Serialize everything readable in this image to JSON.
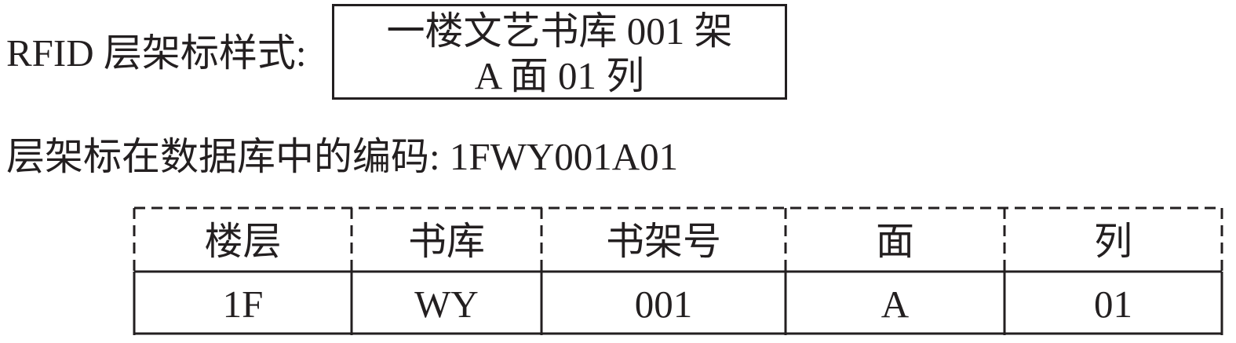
{
  "rfid_label": {
    "caption": "RFID 层架标样式:",
    "line1": "一楼文艺书库 001 架",
    "line2": "A 面 01 列"
  },
  "db_code": {
    "caption": "层架标在数据库中的编码: 1FWY001A01"
  },
  "code_table": {
    "headers": [
      "楼层",
      "书库",
      "书架号",
      "面",
      "列"
    ],
    "values": [
      "1F",
      "WY",
      "001",
      "A",
      "01"
    ]
  }
}
